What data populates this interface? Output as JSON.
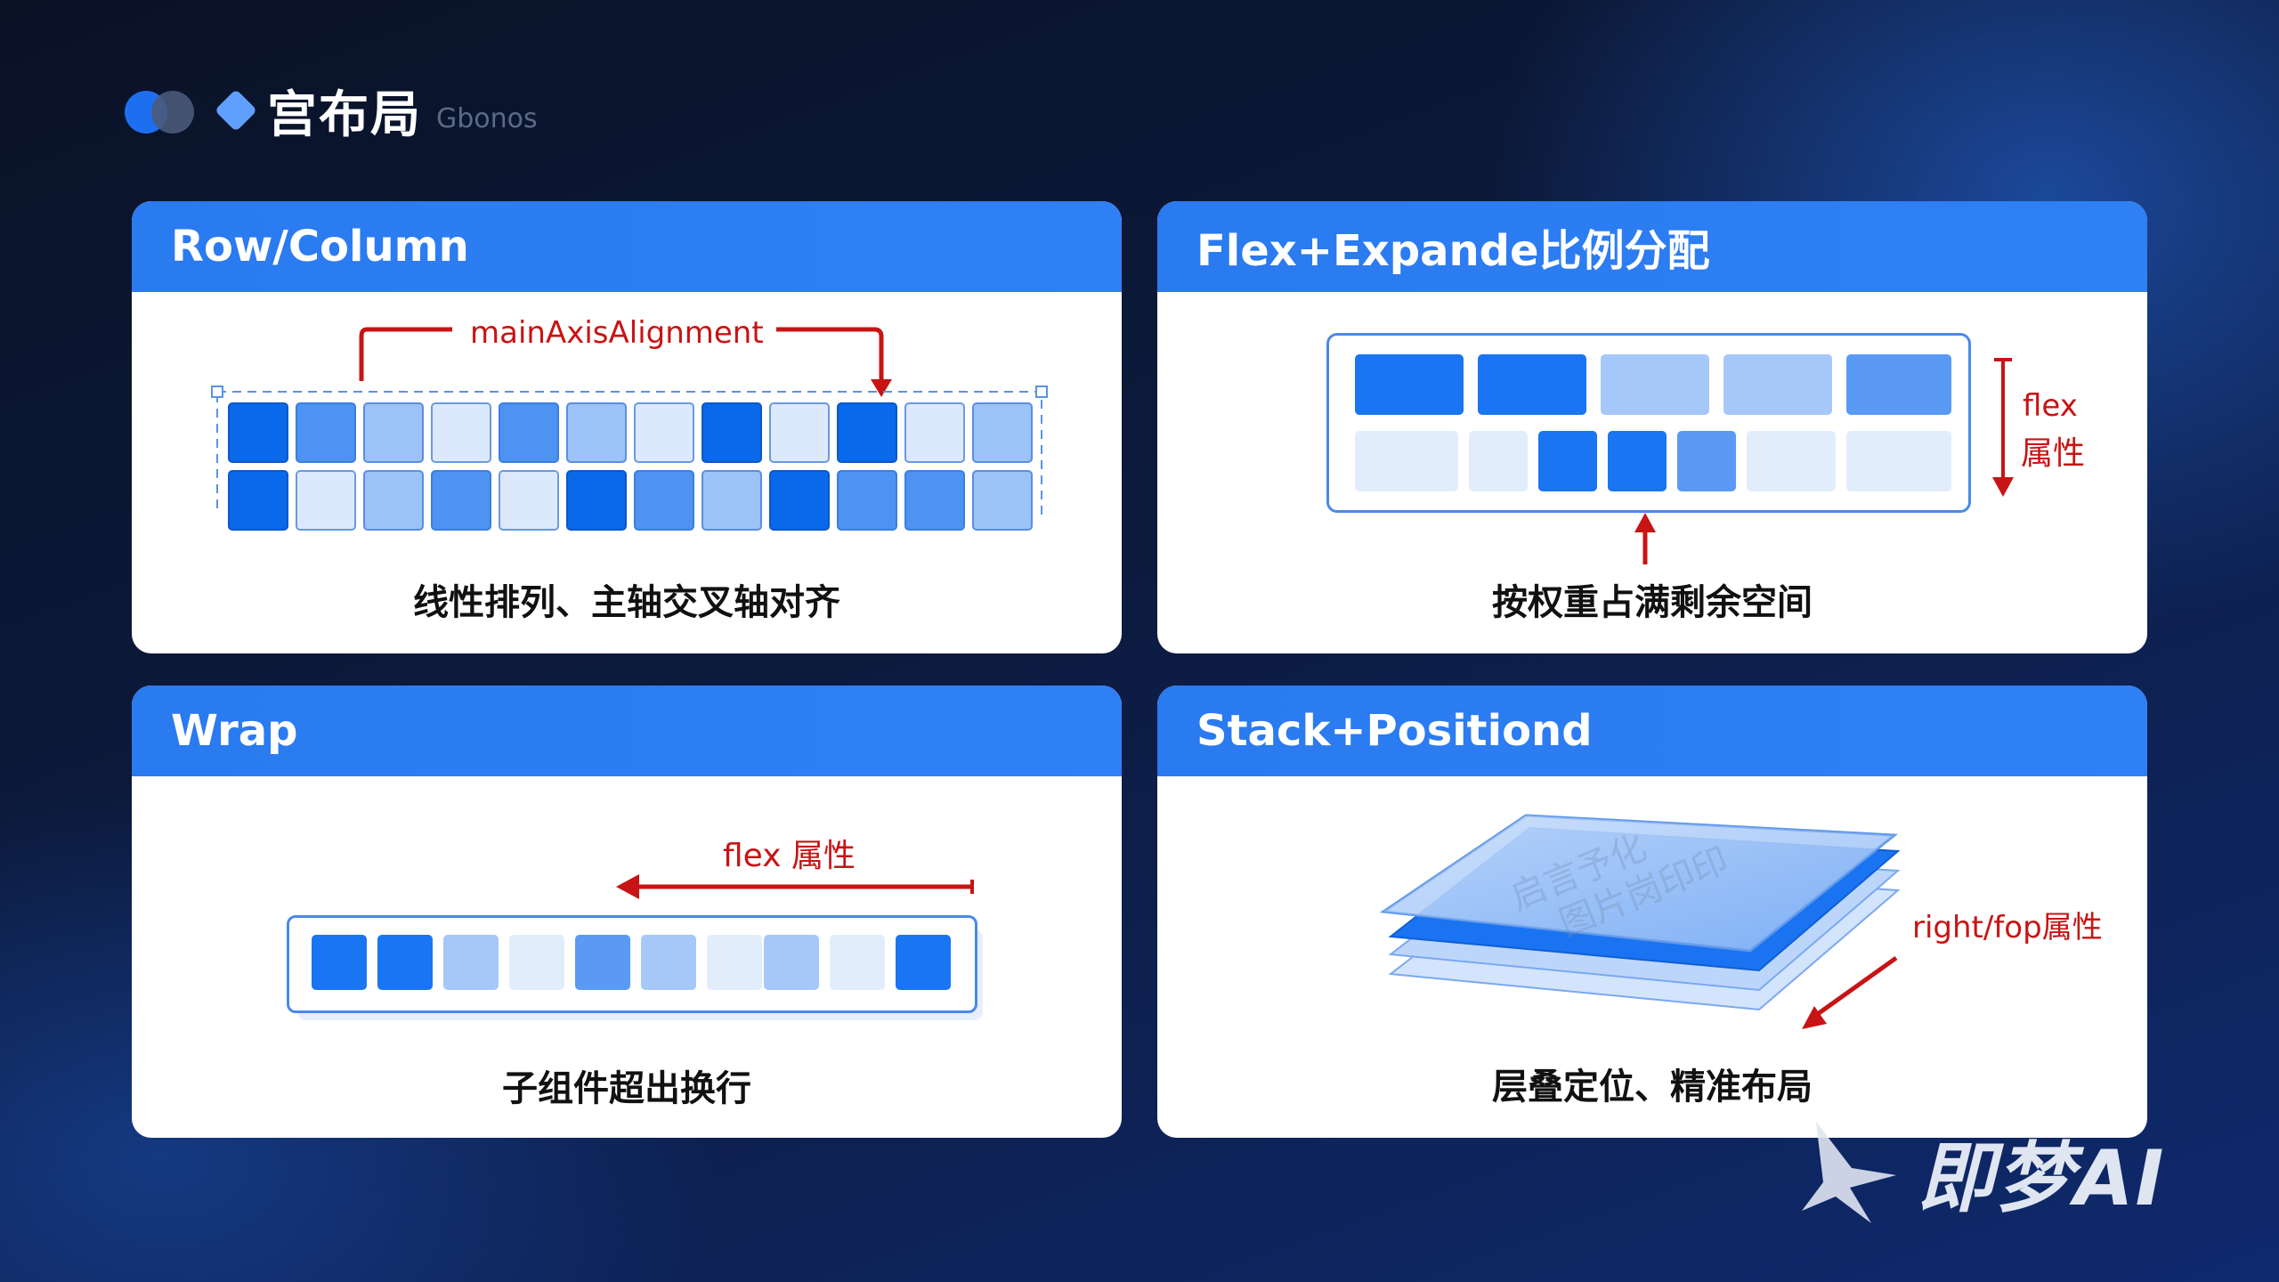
{
  "header": {
    "title": "宫布局",
    "subtitle": "Gbonos"
  },
  "cards": [
    {
      "title": "Row/Column",
      "annotation": "mainAxisAlignment",
      "caption": "线性排列、主轴交叉轴对齐"
    },
    {
      "title": "Flex+Expande比例分配",
      "annotation_line1": "flex",
      "annotation_line2": "属性",
      "caption": "按权重占满剩余空间"
    },
    {
      "title": "Wrap",
      "annotation": "flex 属性",
      "caption": "子组件超出换行"
    },
    {
      "title": "Stack+Positiond",
      "annotation": "right/fop属性",
      "overlay_line1": "启言予化",
      "overlay_line2": "图片岗印印",
      "caption": "层叠定位、精准布局"
    }
  ],
  "watermark": {
    "brand": "即梦AI",
    "icon": "jimeng-logo-icon"
  },
  "colors": {
    "accent": "#2a7af0",
    "annotation_red": "#c81414",
    "background": "#0c1a3d"
  }
}
